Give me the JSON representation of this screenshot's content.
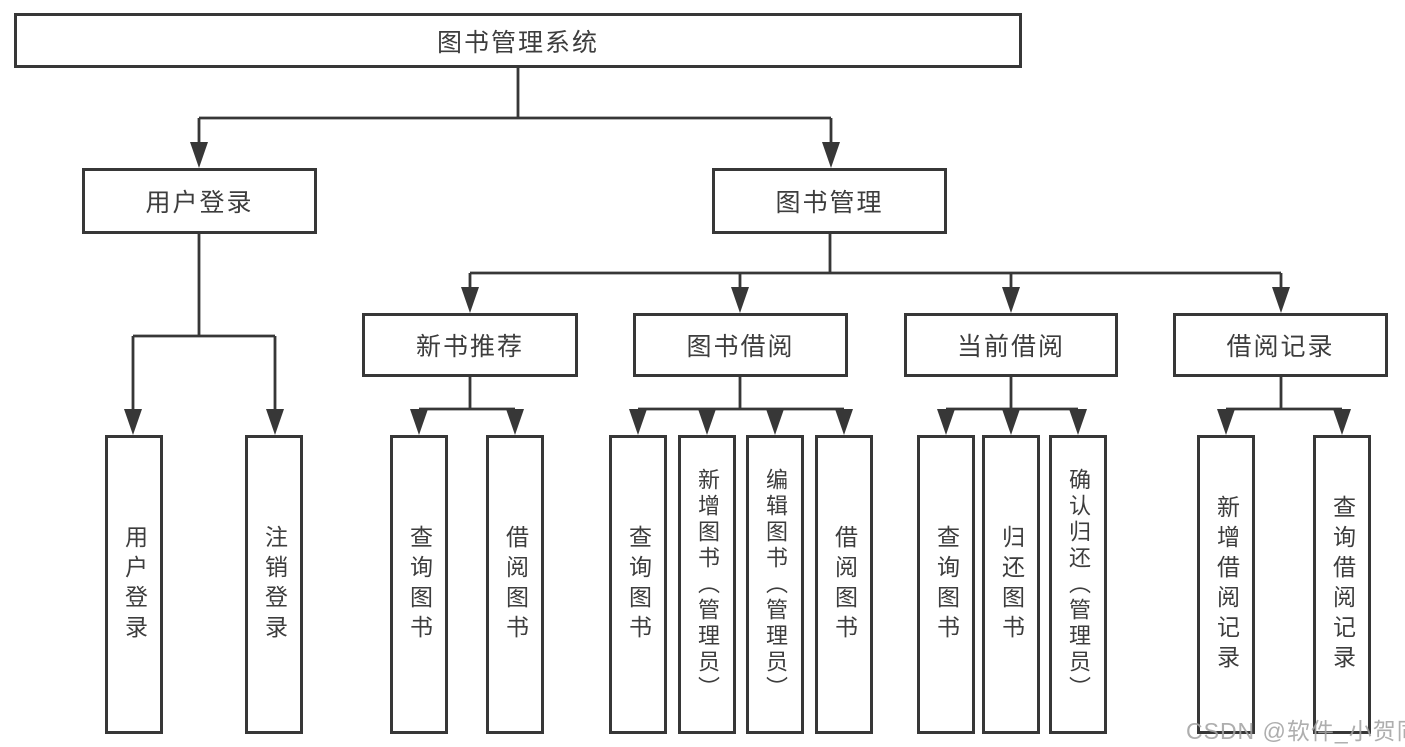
{
  "diagram_title": "图书管理系统",
  "colors": {
    "line": "#373737",
    "box_border": "#373737",
    "text": "#3d3d3d",
    "background": "#ffffff",
    "watermark": "#a3a3a3"
  },
  "nodes": {
    "root": "图书管理系统",
    "user_login": "用户登录",
    "book_management": "图书管理",
    "new_book_recommendation": "新书推荐",
    "book_borrowing": "图书借阅",
    "current_borrowing": "当前借阅",
    "borrowing_records": "借阅记录"
  },
  "leaves": {
    "user_login": "用户登录",
    "logout": "注销登录",
    "nb_query_books": "查询图书",
    "nb_borrow_books": "借阅图书",
    "bb_query_books": "查询图书",
    "bb_add_books_admin": "新增图书（管理员）",
    "bb_edit_books_admin": "编辑图书（管理员）",
    "bb_borrow_books": "借阅图书",
    "cb_query_books": "查询图书",
    "cb_return_books": "归还图书",
    "cb_confirm_return_admin": "确认归还（管理员）",
    "br_add_record": "新增借阅记录",
    "br_query_record": "查询借阅记录"
  },
  "hierarchy": {
    "图书管理系统": {
      "用户登录": [
        "用户登录",
        "注销登录"
      ],
      "图书管理": {
        "新书推荐": [
          "查询图书",
          "借阅图书"
        ],
        "图书借阅": [
          "查询图书",
          "新增图书（管理员）",
          "编辑图书（管理员）",
          "借阅图书"
        ],
        "当前借阅": [
          "查询图书",
          "归还图书",
          "确认归还（管理员）"
        ],
        "借阅记录": [
          "新增借阅记录",
          "查询借阅记录"
        ]
      }
    }
  },
  "watermark": {
    "text": "CSDN @软件_小贺同学"
  }
}
